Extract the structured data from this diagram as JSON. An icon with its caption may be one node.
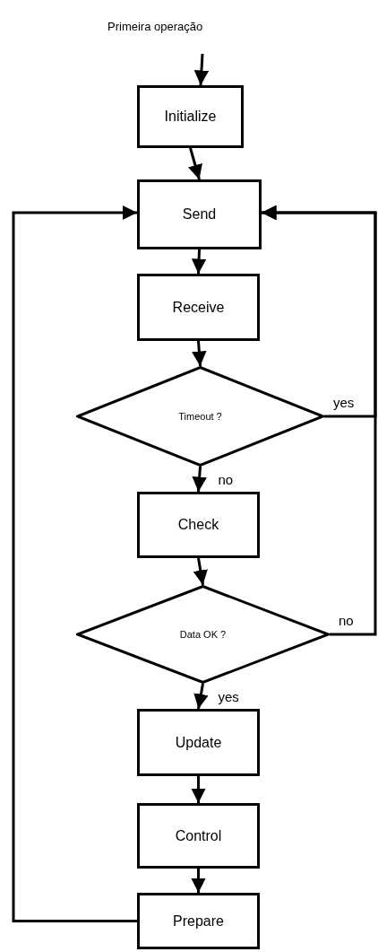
{
  "diagram": {
    "title": "Primeira operação",
    "nodes": [
      {
        "text": [
          "Initialize"
        ]
      },
      {
        "text": [
          "Send"
        ]
      },
      {
        "text": [
          "Receive"
        ]
      },
      {
        "text": [
          "Timeout ?"
        ]
      },
      {
        "text": [
          "Check"
        ]
      },
      {
        "text": [
          "Data OK ?"
        ]
      },
      {
        "text": [
          "Update"
        ]
      },
      {
        "text": [
          "Control"
        ]
      },
      {
        "text": [
          "Prepare"
        ]
      }
    ],
    "edges": [
      {
        "from": null,
        "to": 0,
        "arrow": "to"
      },
      {
        "from": 0,
        "to": 1,
        "arrow": "to"
      },
      {
        "from": 1,
        "to": 2,
        "arrow": "to"
      },
      {
        "from": 2,
        "to": 3,
        "arrow": "to"
      },
      {
        "from": 3,
        "to": 4,
        "arrow": "to",
        "label": "no"
      },
      {
        "from": 4,
        "to": 5,
        "arrow": "to"
      },
      {
        "from": 5,
        "to": 6,
        "arrow": "to",
        "label": "yes"
      },
      {
        "from": 6,
        "to": 7,
        "arrow": "to"
      },
      {
        "from": 7,
        "to": 8,
        "arrow": "to"
      },
      {
        "from": 8,
        "to": 1,
        "arrow": "to"
      },
      {
        "from": 3,
        "to": 1,
        "arrow": "to",
        "label": "yes"
      },
      {
        "from": 5,
        "to": 1,
        "arrow": "to",
        "label": "no"
      }
    ]
  }
}
